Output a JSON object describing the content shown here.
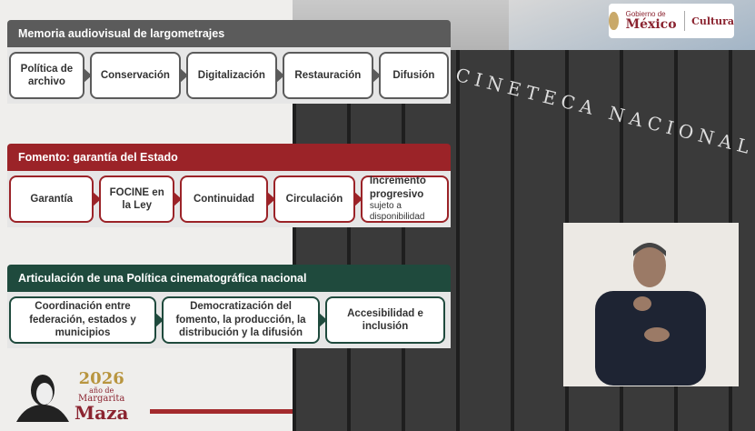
{
  "photo": {
    "marquee": "CINETECA NACIONAL CHAPULTEPEC"
  },
  "branding": {
    "gob_line1": "Gobierno de",
    "gob_line2": "México",
    "cultura": "Cultura"
  },
  "logo": {
    "year": "2026",
    "line2": "año de",
    "line3": "Margarita",
    "line4": "Maza"
  },
  "sections": [
    {
      "title": "Memoria audiovisual de largometrajes",
      "color": "#5b5b5b",
      "items": [
        {
          "label": "Política de archivo"
        },
        {
          "label": "Conservación"
        },
        {
          "label": "Digitalización"
        },
        {
          "label": "Restauración"
        },
        {
          "label": "Difusión"
        }
      ]
    },
    {
      "title": "Fomento: garantía del Estado",
      "color": "#9b2328",
      "items": [
        {
          "label": "Garantía"
        },
        {
          "label": "FOCINE en la Ley"
        },
        {
          "label": "Continuidad"
        },
        {
          "label": "Circulación"
        },
        {
          "label": "Incremento progresivo",
          "sub": "sujeto a disponibilidad"
        }
      ]
    },
    {
      "title": "Articulación de una Política cinematográfica nacional",
      "color": "#1f4a3d",
      "items": [
        {
          "label": "Coordinación entre federación, estados y municipios"
        },
        {
          "label": "Democratización del fomento, la producción, la distribución y la difusión"
        },
        {
          "label": "Accesibilidad e inclusión"
        }
      ]
    }
  ]
}
